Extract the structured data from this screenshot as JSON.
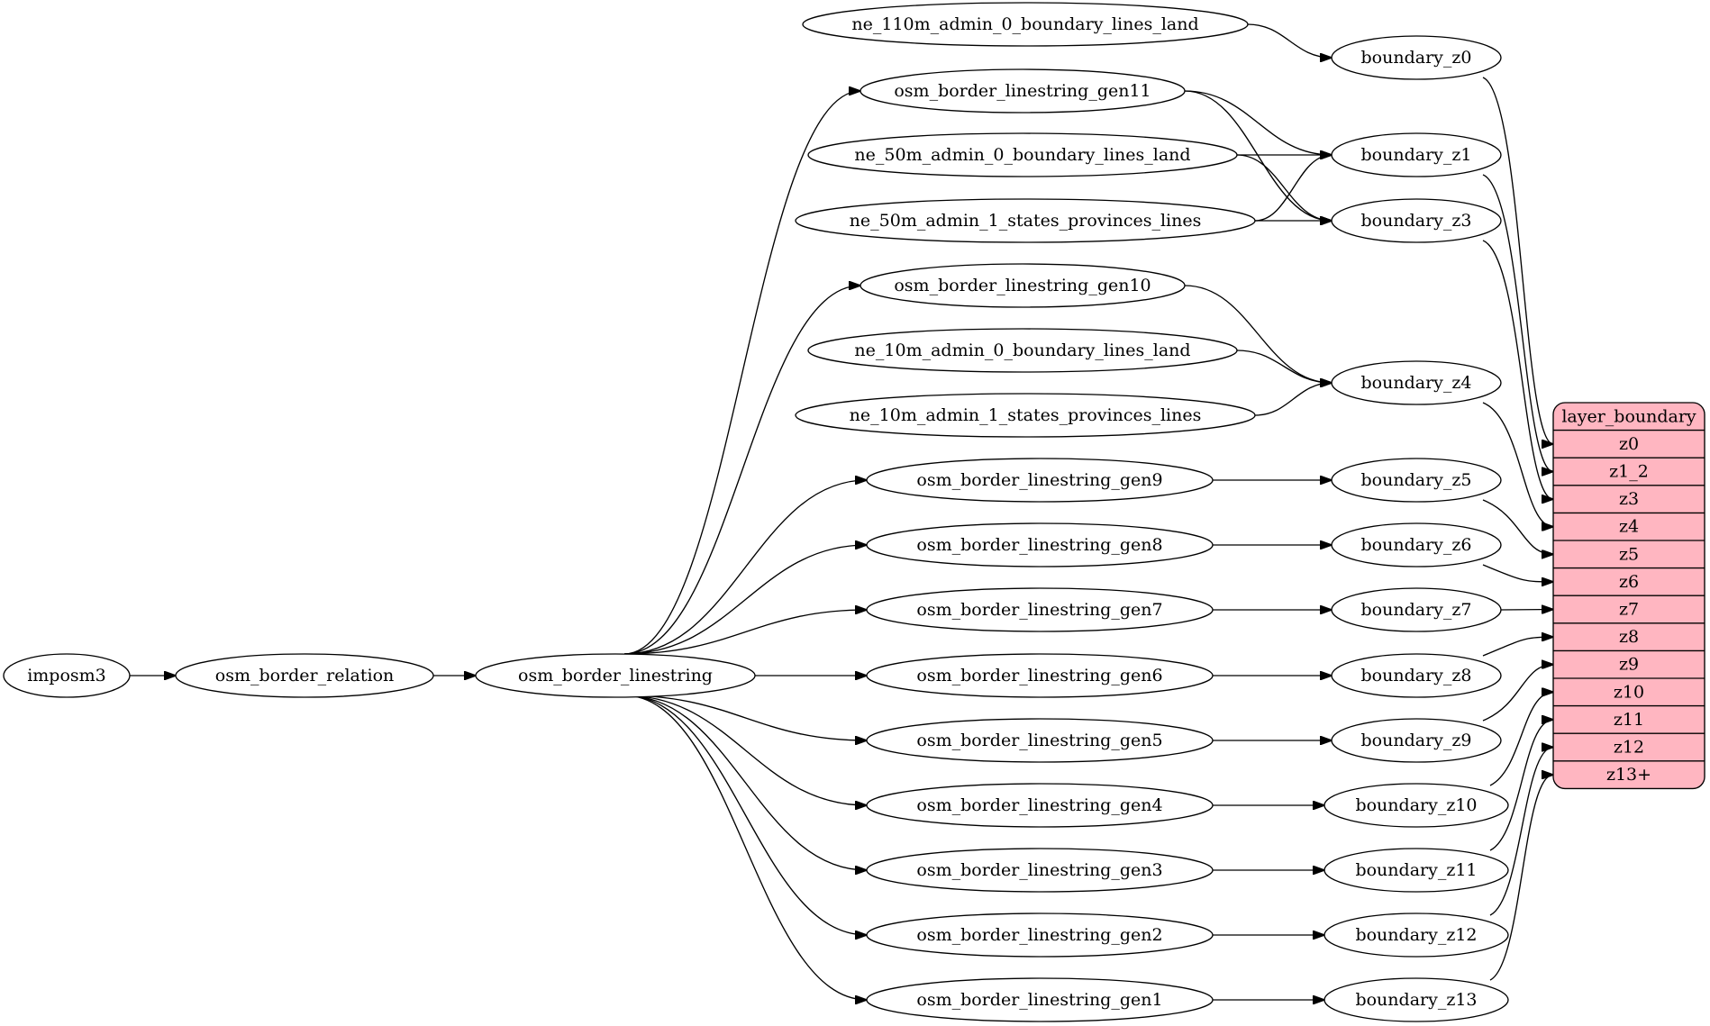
{
  "graph": {
    "nodes": {
      "imposm3": "imposm3",
      "osm_border_relation": "osm_border_relation",
      "osm_border_linestring": "osm_border_linestring",
      "ne_110m_admin_0_boundary_lines_land": "ne_110m_admin_0_boundary_lines_land",
      "osm_border_linestring_gen11": "osm_border_linestring_gen11",
      "ne_50m_admin_0_boundary_lines_land": "ne_50m_admin_0_boundary_lines_land",
      "ne_50m_admin_1_states_provinces_lines": "ne_50m_admin_1_states_provinces_lines",
      "osm_border_linestring_gen10": "osm_border_linestring_gen10",
      "ne_10m_admin_0_boundary_lines_land": "ne_10m_admin_0_boundary_lines_land",
      "ne_10m_admin_1_states_provinces_lines": "ne_10m_admin_1_states_provinces_lines",
      "osm_border_linestring_gen9": "osm_border_linestring_gen9",
      "osm_border_linestring_gen8": "osm_border_linestring_gen8",
      "osm_border_linestring_gen7": "osm_border_linestring_gen7",
      "osm_border_linestring_gen6": "osm_border_linestring_gen6",
      "osm_border_linestring_gen5": "osm_border_linestring_gen5",
      "osm_border_linestring_gen4": "osm_border_linestring_gen4",
      "osm_border_linestring_gen3": "osm_border_linestring_gen3",
      "osm_border_linestring_gen2": "osm_border_linestring_gen2",
      "osm_border_linestring_gen1": "osm_border_linestring_gen1",
      "boundary_z0": "boundary_z0",
      "boundary_z1": "boundary_z1",
      "boundary_z3": "boundary_z3",
      "boundary_z4": "boundary_z4",
      "boundary_z5": "boundary_z5",
      "boundary_z6": "boundary_z6",
      "boundary_z7": "boundary_z7",
      "boundary_z8": "boundary_z8",
      "boundary_z9": "boundary_z9",
      "boundary_z10": "boundary_z10",
      "boundary_z11": "boundary_z11",
      "boundary_z12": "boundary_z12",
      "boundary_z13": "boundary_z13"
    },
    "record": {
      "title": "layer_boundary",
      "fields": [
        "z0",
        "z1_2",
        "z3",
        "z4",
        "z5",
        "z6",
        "z7",
        "z8",
        "z9",
        "z10",
        "z11",
        "z12",
        "z13+"
      ],
      "fill_color": "#ffb6c1"
    },
    "edges": [
      [
        "imposm3",
        "osm_border_relation"
      ],
      [
        "osm_border_relation",
        "osm_border_linestring"
      ],
      [
        "osm_border_linestring",
        "osm_border_linestring_gen11"
      ],
      [
        "osm_border_linestring",
        "osm_border_linestring_gen10"
      ],
      [
        "osm_border_linestring",
        "osm_border_linestring_gen9"
      ],
      [
        "osm_border_linestring",
        "osm_border_linestring_gen8"
      ],
      [
        "osm_border_linestring",
        "osm_border_linestring_gen7"
      ],
      [
        "osm_border_linestring",
        "osm_border_linestring_gen6"
      ],
      [
        "osm_border_linestring",
        "osm_border_linestring_gen5"
      ],
      [
        "osm_border_linestring",
        "osm_border_linestring_gen4"
      ],
      [
        "osm_border_linestring",
        "osm_border_linestring_gen3"
      ],
      [
        "osm_border_linestring",
        "osm_border_linestring_gen2"
      ],
      [
        "osm_border_linestring",
        "osm_border_linestring_gen1"
      ],
      [
        "ne_110m_admin_0_boundary_lines_land",
        "boundary_z0"
      ],
      [
        "osm_border_linestring_gen11",
        "boundary_z1"
      ],
      [
        "osm_border_linestring_gen11",
        "boundary_z3"
      ],
      [
        "ne_50m_admin_0_boundary_lines_land",
        "boundary_z1"
      ],
      [
        "ne_50m_admin_0_boundary_lines_land",
        "boundary_z3"
      ],
      [
        "ne_50m_admin_1_states_provinces_lines",
        "boundary_z1"
      ],
      [
        "ne_50m_admin_1_states_provinces_lines",
        "boundary_z3"
      ],
      [
        "osm_border_linestring_gen10",
        "boundary_z4"
      ],
      [
        "ne_10m_admin_0_boundary_lines_land",
        "boundary_z4"
      ],
      [
        "ne_10m_admin_1_states_provinces_lines",
        "boundary_z4"
      ],
      [
        "osm_border_linestring_gen9",
        "boundary_z5"
      ],
      [
        "osm_border_linestring_gen8",
        "boundary_z6"
      ],
      [
        "osm_border_linestring_gen7",
        "boundary_z7"
      ],
      [
        "osm_border_linestring_gen6",
        "boundary_z8"
      ],
      [
        "osm_border_linestring_gen5",
        "boundary_z9"
      ],
      [
        "osm_border_linestring_gen4",
        "boundary_z10"
      ],
      [
        "osm_border_linestring_gen3",
        "boundary_z11"
      ],
      [
        "osm_border_linestring_gen2",
        "boundary_z12"
      ],
      [
        "osm_border_linestring_gen1",
        "boundary_z13"
      ],
      [
        "boundary_z0",
        "layer_boundary:z0"
      ],
      [
        "boundary_z1",
        "layer_boundary:z1_2"
      ],
      [
        "boundary_z3",
        "layer_boundary:z3"
      ],
      [
        "boundary_z4",
        "layer_boundary:z4"
      ],
      [
        "boundary_z5",
        "layer_boundary:z5"
      ],
      [
        "boundary_z6",
        "layer_boundary:z6"
      ],
      [
        "boundary_z7",
        "layer_boundary:z7"
      ],
      [
        "boundary_z8",
        "layer_boundary:z8"
      ],
      [
        "boundary_z9",
        "layer_boundary:z9"
      ],
      [
        "boundary_z10",
        "layer_boundary:z10"
      ],
      [
        "boundary_z11",
        "layer_boundary:z11"
      ],
      [
        "boundary_z12",
        "layer_boundary:z12"
      ],
      [
        "boundary_z13",
        "layer_boundary:z13+"
      ]
    ]
  }
}
